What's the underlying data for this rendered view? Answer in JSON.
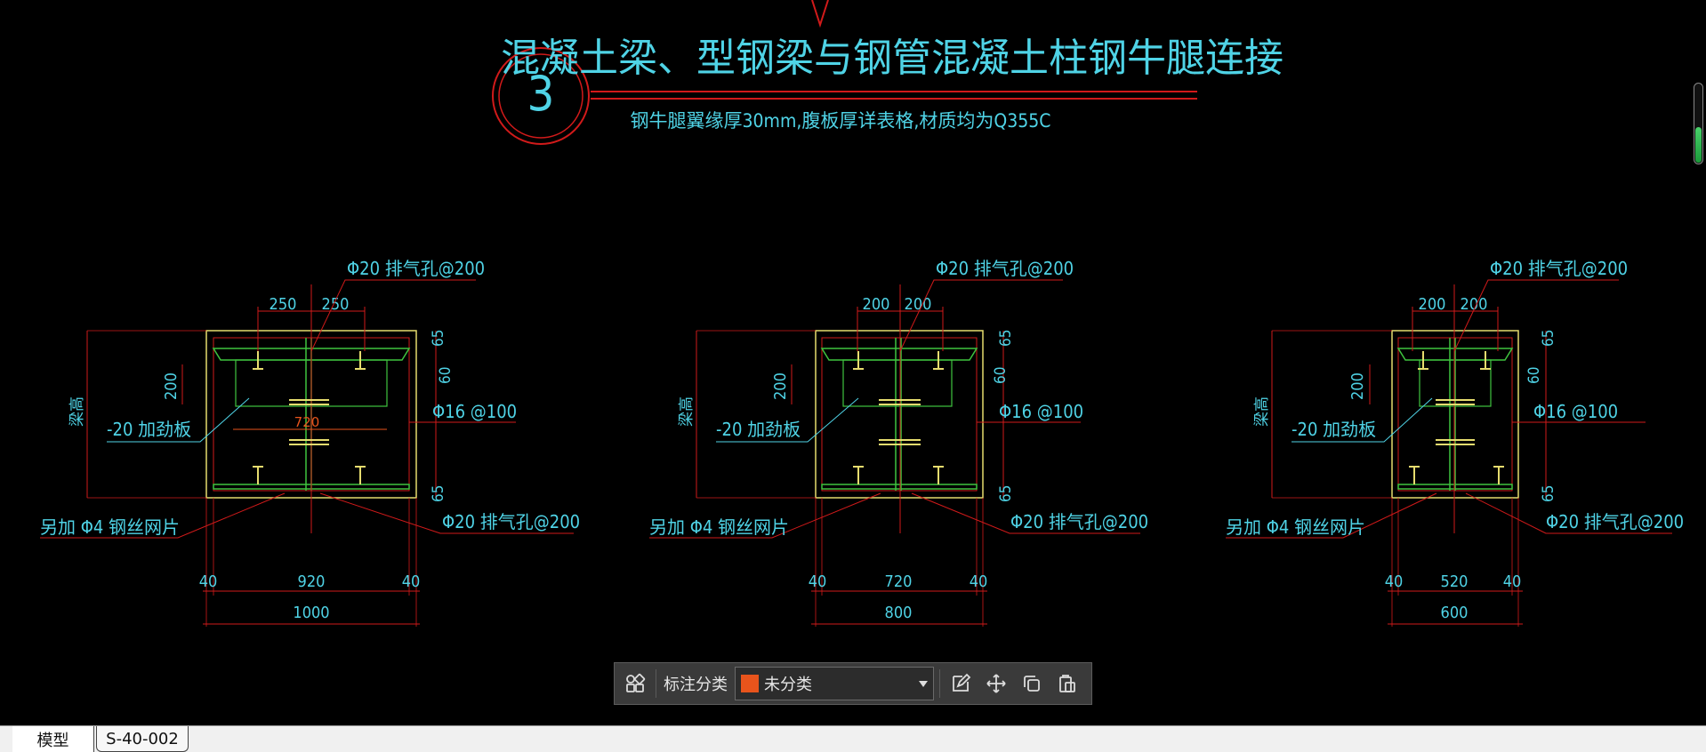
{
  "drawing": {
    "circle_number": "3",
    "title": "混凝土梁、型钢梁与钢管混凝土柱钢牛腿连接",
    "subtitle": "钢牛腿翼缘厚30mm,腹板厚详表格,材质均为Q355C",
    "details": [
      {
        "top_label": "Φ20 排气孔@200",
        "top_dims": [
          "250",
          "250"
        ],
        "side_dims": [
          "65",
          "60",
          "65"
        ],
        "left_dim": "200",
        "height_label": "梁高",
        "stiffener_label": "-20 加劲板",
        "inner_dim": "720",
        "rebar_label": "Φ16 @100",
        "mesh_label": "另加 Φ4 钢丝网片",
        "bottom_label": "Φ20 排气孔@200",
        "bottom_dims": [
          "40",
          "920",
          "40"
        ],
        "total_width": "1000"
      },
      {
        "top_label": "Φ20 排气孔@200",
        "top_dims": [
          "200",
          "200"
        ],
        "side_dims": [
          "65",
          "60",
          "65"
        ],
        "left_dim": "200",
        "height_label": "梁高",
        "stiffener_label": "-20 加劲板",
        "inner_dim": "",
        "rebar_label": "Φ16 @100",
        "mesh_label": "另加 Φ4 钢丝网片",
        "bottom_label": "Φ20 排气孔@200",
        "bottom_dims": [
          "40",
          "720",
          "40"
        ],
        "total_width": "800"
      },
      {
        "top_label": "Φ20 排气孔@200",
        "top_dims": [
          "200",
          "200"
        ],
        "side_dims": [
          "65",
          "60",
          "65"
        ],
        "left_dim": "200",
        "height_label": "梁高",
        "stiffener_label": "-20 加劲板",
        "inner_dim": "",
        "rebar_label": "Φ16 @100",
        "mesh_label": "另加 Φ4 钢丝网片",
        "bottom_label": "Φ20 排气孔@200",
        "bottom_dims": [
          "40",
          "520",
          "40"
        ],
        "total_width": "600"
      }
    ]
  },
  "toolbar": {
    "grid_icon": "apps-grid-icon",
    "category_label": "标注分类",
    "category_value": "未分类",
    "category_color": "#e8541c",
    "tools": [
      "edit-icon",
      "move-icon",
      "copy-icon",
      "paste-icon"
    ]
  },
  "tabs": {
    "model": "模型",
    "sheet": "S-40-002"
  },
  "scroll": {
    "fill_fraction": 0.45
  },
  "colors": {
    "cad_text": "#4fd3e6",
    "cad_red": "#d11a1a",
    "cad_yellow": "#e6dc6e",
    "cad_green": "#3fc43f"
  }
}
